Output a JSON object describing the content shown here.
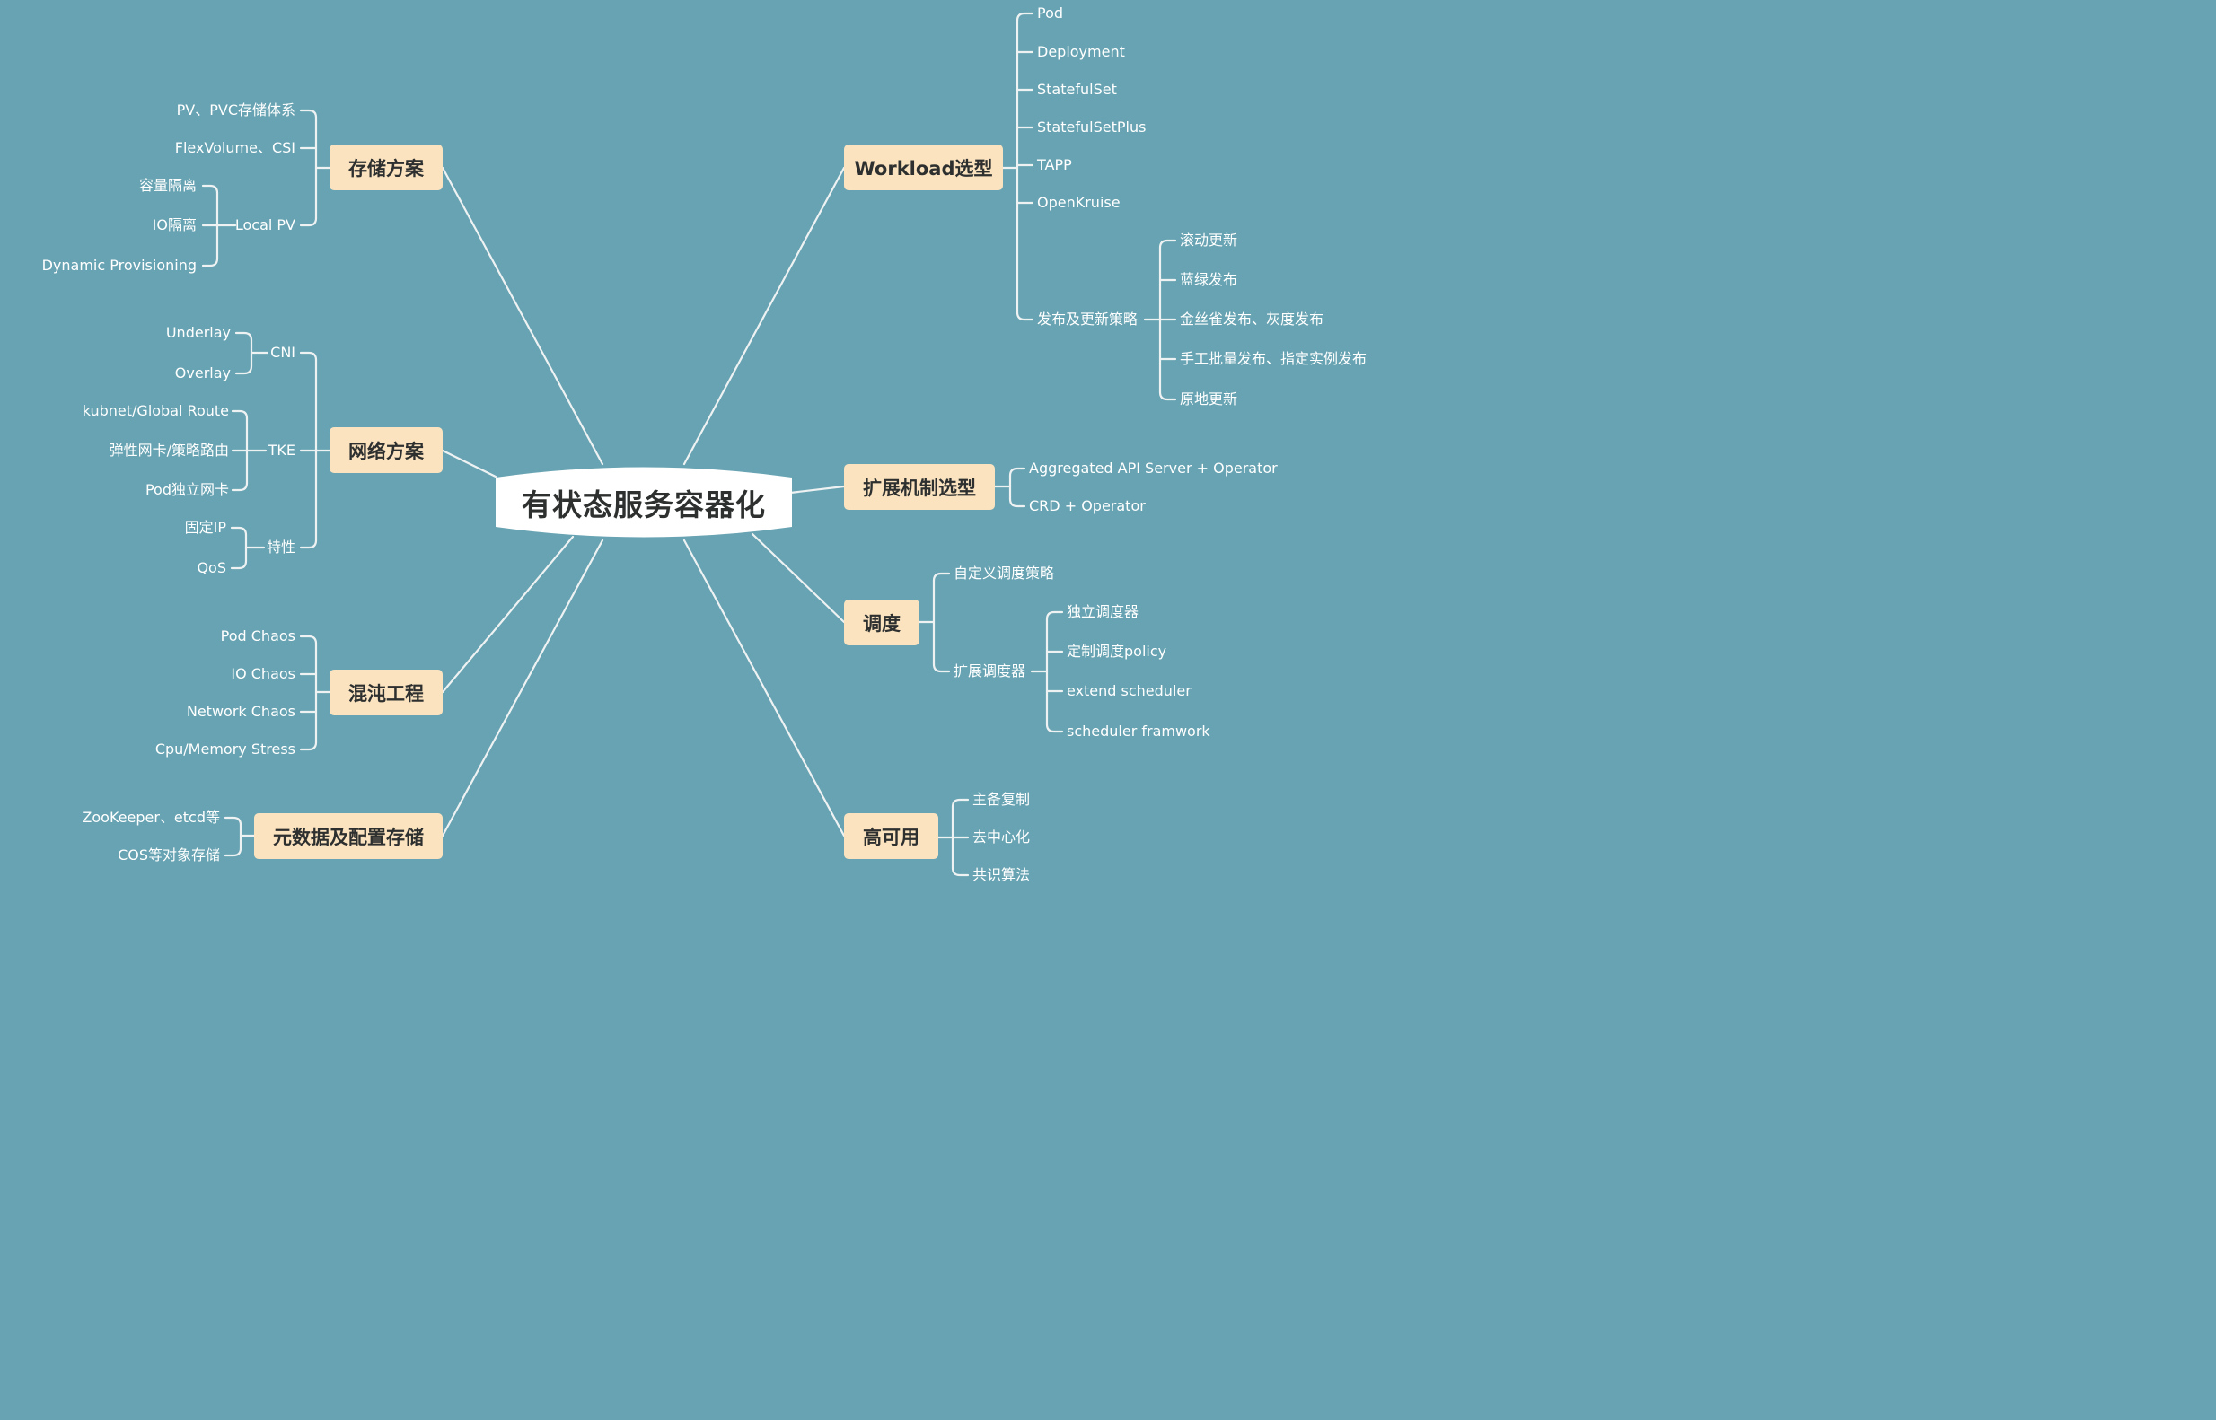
{
  "root": "有状态服务容器化",
  "colors": {
    "background": "#67a3b2",
    "line": "#eef2f3",
    "node_fill": "#fbe3bf",
    "root_fill": "#ffffff",
    "text_dark": "#2e3030",
    "leaf_text": "#ffffff"
  },
  "branches": {
    "storage": {
      "label": "存储方案",
      "items": [
        "PV、PVC存储体系",
        "FlexVolume、CSI",
        "Local PV"
      ],
      "local_pv_items": [
        "容量隔离",
        "IO隔离",
        "Dynamic Provisioning"
      ]
    },
    "network": {
      "label": "网络方案",
      "items": [
        "CNI",
        "TKE",
        "特性"
      ],
      "cni_items": [
        "Underlay",
        "Overlay"
      ],
      "tke_items": [
        "kubnet/Global Route",
        "弹性网卡/策略路由",
        "Pod独立网卡"
      ],
      "feature_items": [
        "固定IP",
        "QoS"
      ]
    },
    "chaos": {
      "label": "混沌工程",
      "items": [
        "Pod Chaos",
        "IO Chaos",
        "Network Chaos",
        "Cpu/Memory Stress"
      ]
    },
    "metadata": {
      "label": "元数据及配置存储",
      "items": [
        "ZooKeeper、etcd等",
        "COS等对象存储"
      ]
    },
    "workload": {
      "label": "Workload选型",
      "items": [
        "Pod",
        "Deployment",
        "StatefulSet",
        "StatefulSetPlus",
        "TAPP",
        "OpenKruise",
        "发布及更新策略"
      ],
      "release_items": [
        "滚动更新",
        "蓝绿发布",
        "金丝雀发布、灰度发布",
        "手工批量发布、指定实例发布",
        "原地更新"
      ]
    },
    "extension": {
      "label": "扩展机制选型",
      "items": [
        "Aggregated API Server + Operator",
        "CRD + Operator"
      ]
    },
    "scheduling": {
      "label": "调度",
      "items": [
        "自定义调度策略",
        "扩展调度器"
      ],
      "ext_items": [
        "独立调度器",
        "定制调度policy",
        "extend scheduler",
        "scheduler framwork"
      ]
    },
    "ha": {
      "label": "高可用",
      "items": [
        "主备复制",
        "去中心化",
        "共识算法"
      ]
    }
  }
}
